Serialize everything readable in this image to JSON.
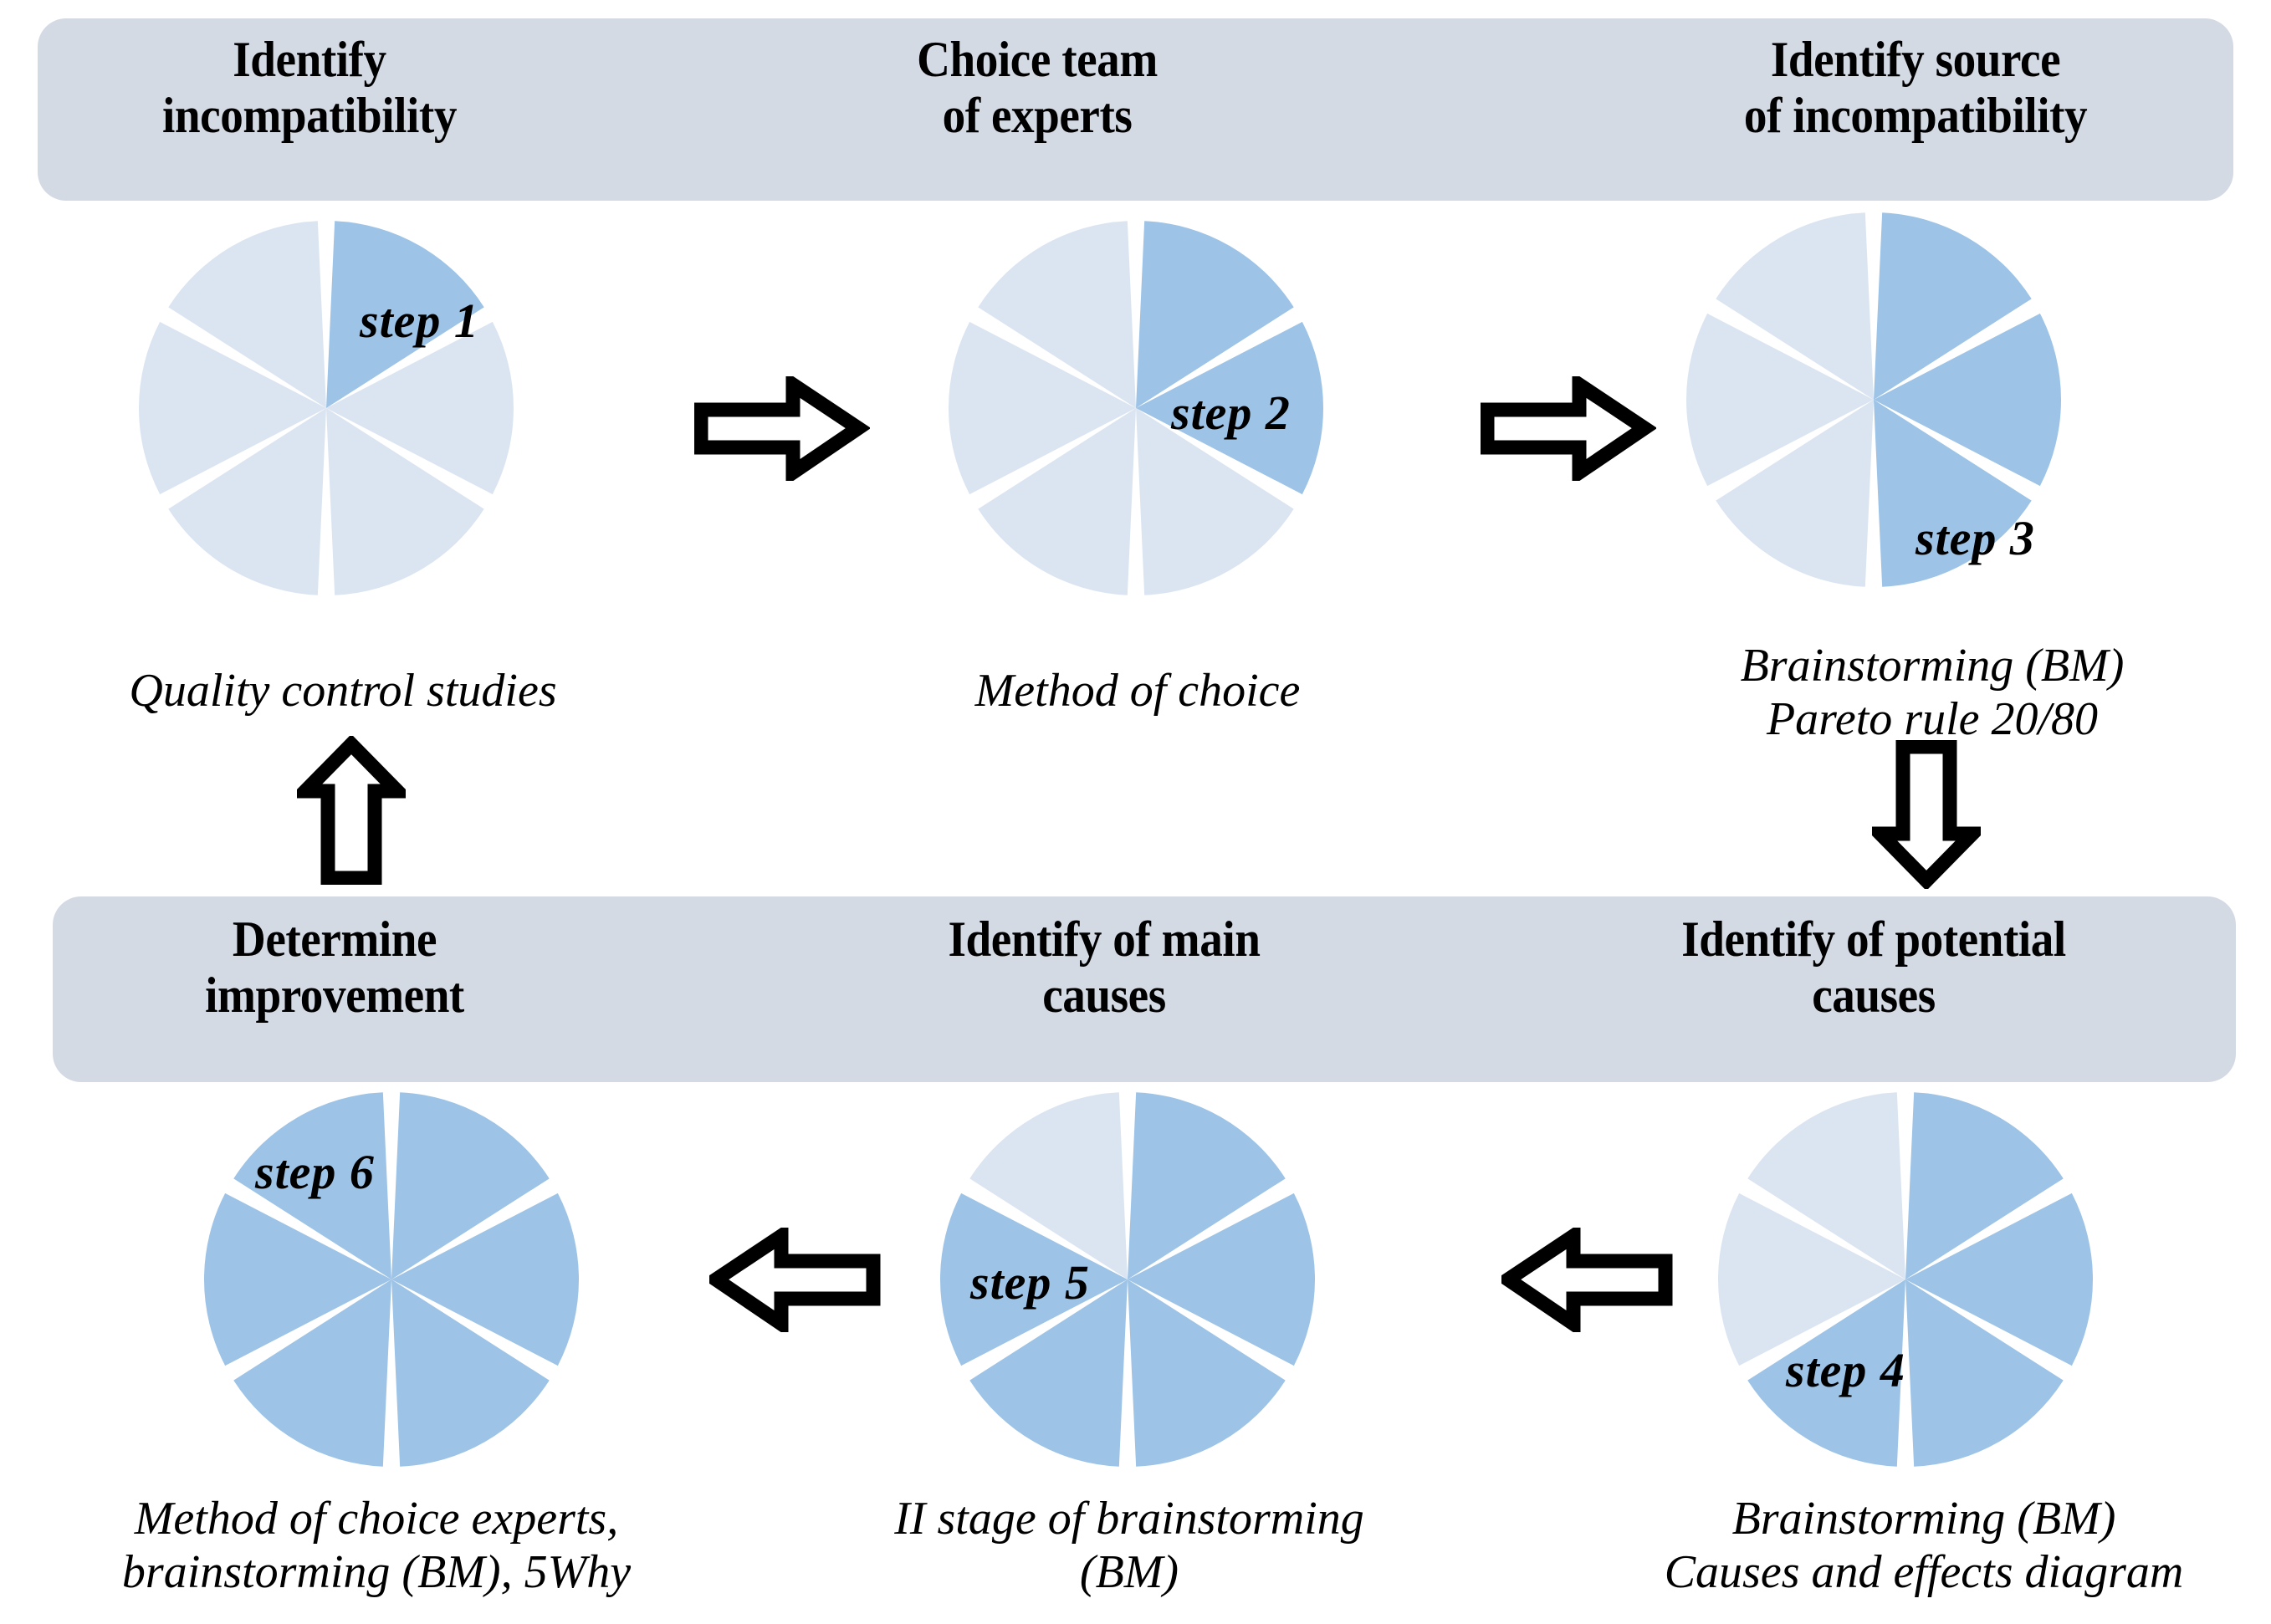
{
  "diagram": {
    "type": "process-cycle",
    "slice_count": 6,
    "colors": {
      "banner": "#d4dae4",
      "pie_active": "#9dc3e6",
      "pie_inactive": "#dbe5f1",
      "pie_gap": "#ffffff",
      "text": "#000000",
      "arrow": "#000000"
    },
    "row1": {
      "banners": [
        {
          "title": "Identify\nincompatibility"
        },
        {
          "title": "Choice team\nof experts"
        },
        {
          "title": "Identify source\nof incompatibility"
        }
      ]
    },
    "row2": {
      "banners": [
        {
          "title": "Determine\nimprovement"
        },
        {
          "title": "Identify of main\ncauses"
        },
        {
          "title": "Identify of potential\ncauses"
        }
      ]
    },
    "steps": [
      {
        "id": "step-1",
        "label": "step 1",
        "filled_slices": 1,
        "label_slice_index": 0,
        "caption": "Quality control studies",
        "banner_title": "Identify\nincompatibility"
      },
      {
        "id": "step-2",
        "label": "step 2",
        "filled_slices": 2,
        "label_slice_index": 1,
        "caption": "Method of choice",
        "banner_title": "Choice team\nof experts"
      },
      {
        "id": "step-3",
        "label": "step 3",
        "filled_slices": 3,
        "label_slice_index": 2,
        "caption": "Brainstorming (BM)\nPareto rule 20/80",
        "banner_title": "Identify source\nof incompatibility"
      },
      {
        "id": "step-4",
        "label": "step 4",
        "filled_slices": 4,
        "label_slice_index": 3,
        "caption": "Brainstorming (BM)\nCauses and effects diagram",
        "banner_title": "Identify of potential\ncauses"
      },
      {
        "id": "step-5",
        "label": "step 5",
        "filled_slices": 5,
        "label_slice_index": 4,
        "caption": "II stage of brainstorming\n(BM)",
        "banner_title": "Identify of main\ncauses"
      },
      {
        "id": "step-6",
        "label": "step 6",
        "filled_slices": 6,
        "label_slice_index": 5,
        "caption": "Method of choice experts,\nbrainstorming (BM), 5Why",
        "banner_title": "Determine\nimprovement"
      }
    ],
    "arrows": [
      {
        "id": "arrow-step1-to-step2",
        "direction": "right",
        "from": "step 1",
        "to": "step 2"
      },
      {
        "id": "arrow-step2-to-step3",
        "direction": "right",
        "from": "step 2",
        "to": "step 3"
      },
      {
        "id": "arrow-step3-to-step4",
        "direction": "down",
        "from": "step 3",
        "to": "step 4"
      },
      {
        "id": "arrow-step4-to-step5",
        "direction": "left",
        "from": "step 4",
        "to": "step 5"
      },
      {
        "id": "arrow-step5-to-step6",
        "direction": "left",
        "from": "step 5",
        "to": "step 6"
      },
      {
        "id": "arrow-step6-to-step1",
        "direction": "up",
        "from": "step 6",
        "to": "step 1"
      }
    ]
  }
}
